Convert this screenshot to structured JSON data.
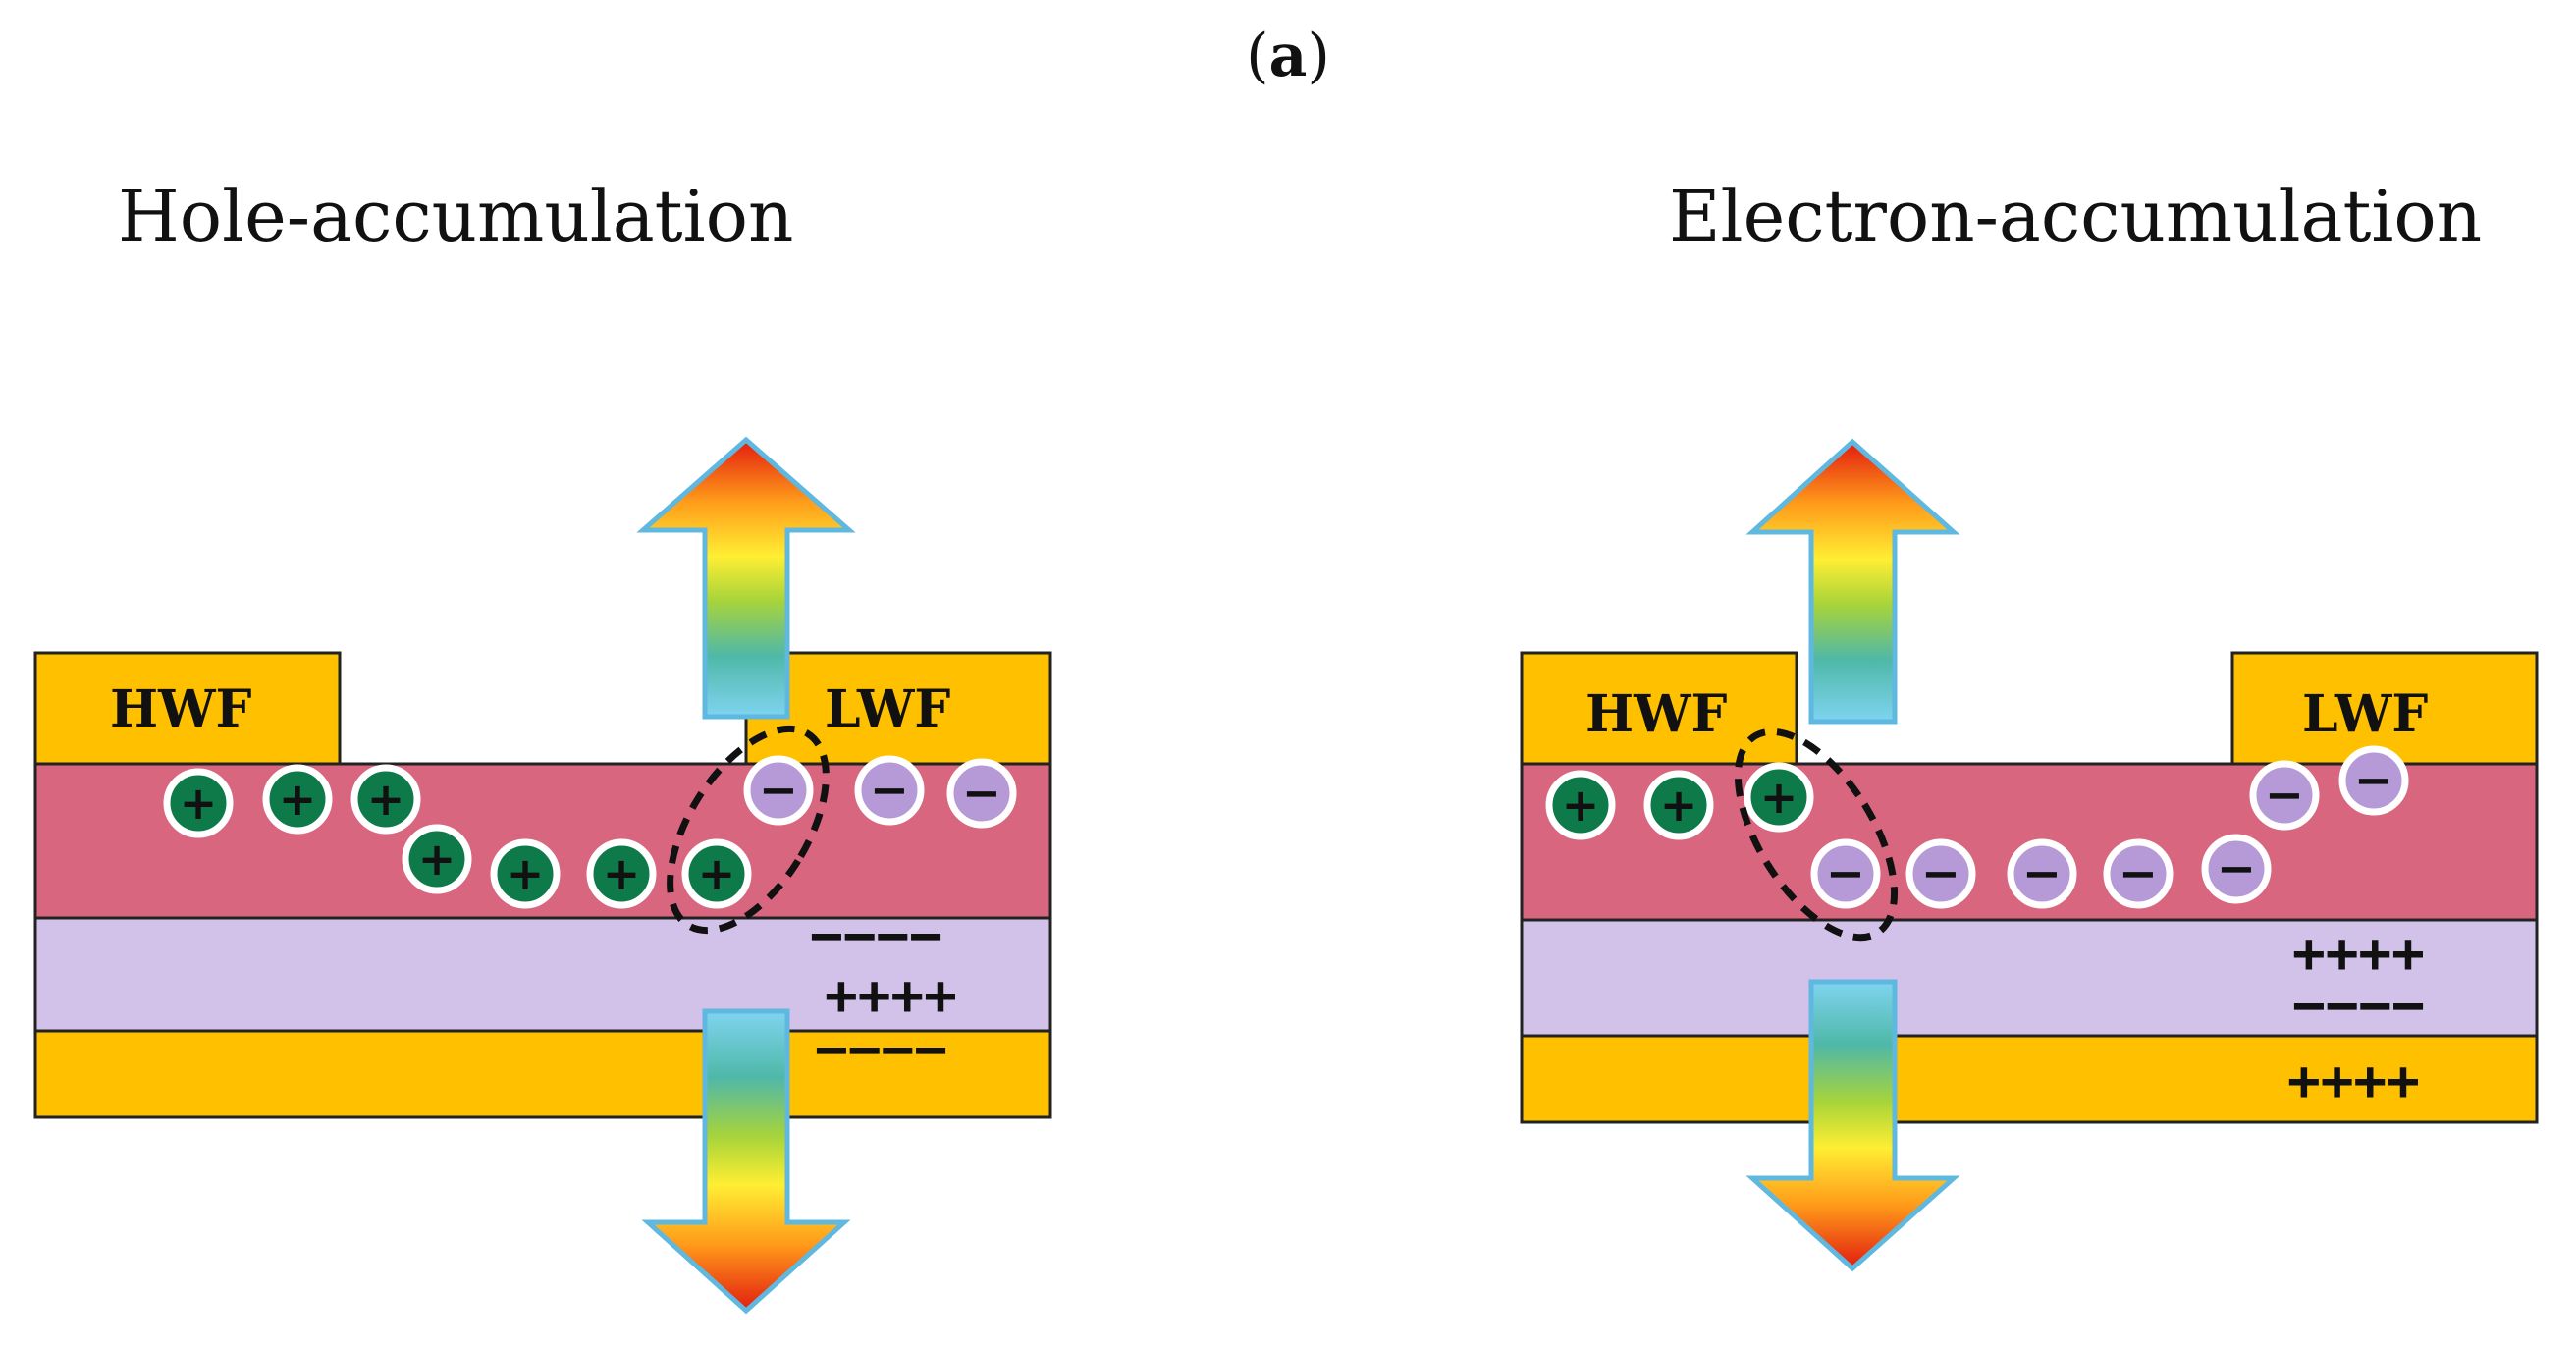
{
  "figure_label": {
    "open": "(",
    "letter": "a",
    "close": ")"
  },
  "panels": [
    {
      "title": "Hole-accumulation",
      "top_left_electrode": "HWF",
      "top_right_electrode": "LWF",
      "charge_rows": [
        "−−−−",
        "++++",
        "−−−−"
      ]
    },
    {
      "title": "Electron-accumulation",
      "top_left_electrode": "HWF",
      "top_right_electrode": "LWF",
      "charge_rows": [
        "++++",
        "−−−−",
        "++++"
      ]
    }
  ],
  "carrier_symbols": {
    "hole": "+",
    "electron": "−"
  },
  "colors": {
    "electrode": "#FFC000",
    "active_layer": "#D9667F",
    "dielectric": "#D2C1E8",
    "hole": "#0E7A4A",
    "electron": "#B69AD8",
    "outline": "#222222"
  }
}
